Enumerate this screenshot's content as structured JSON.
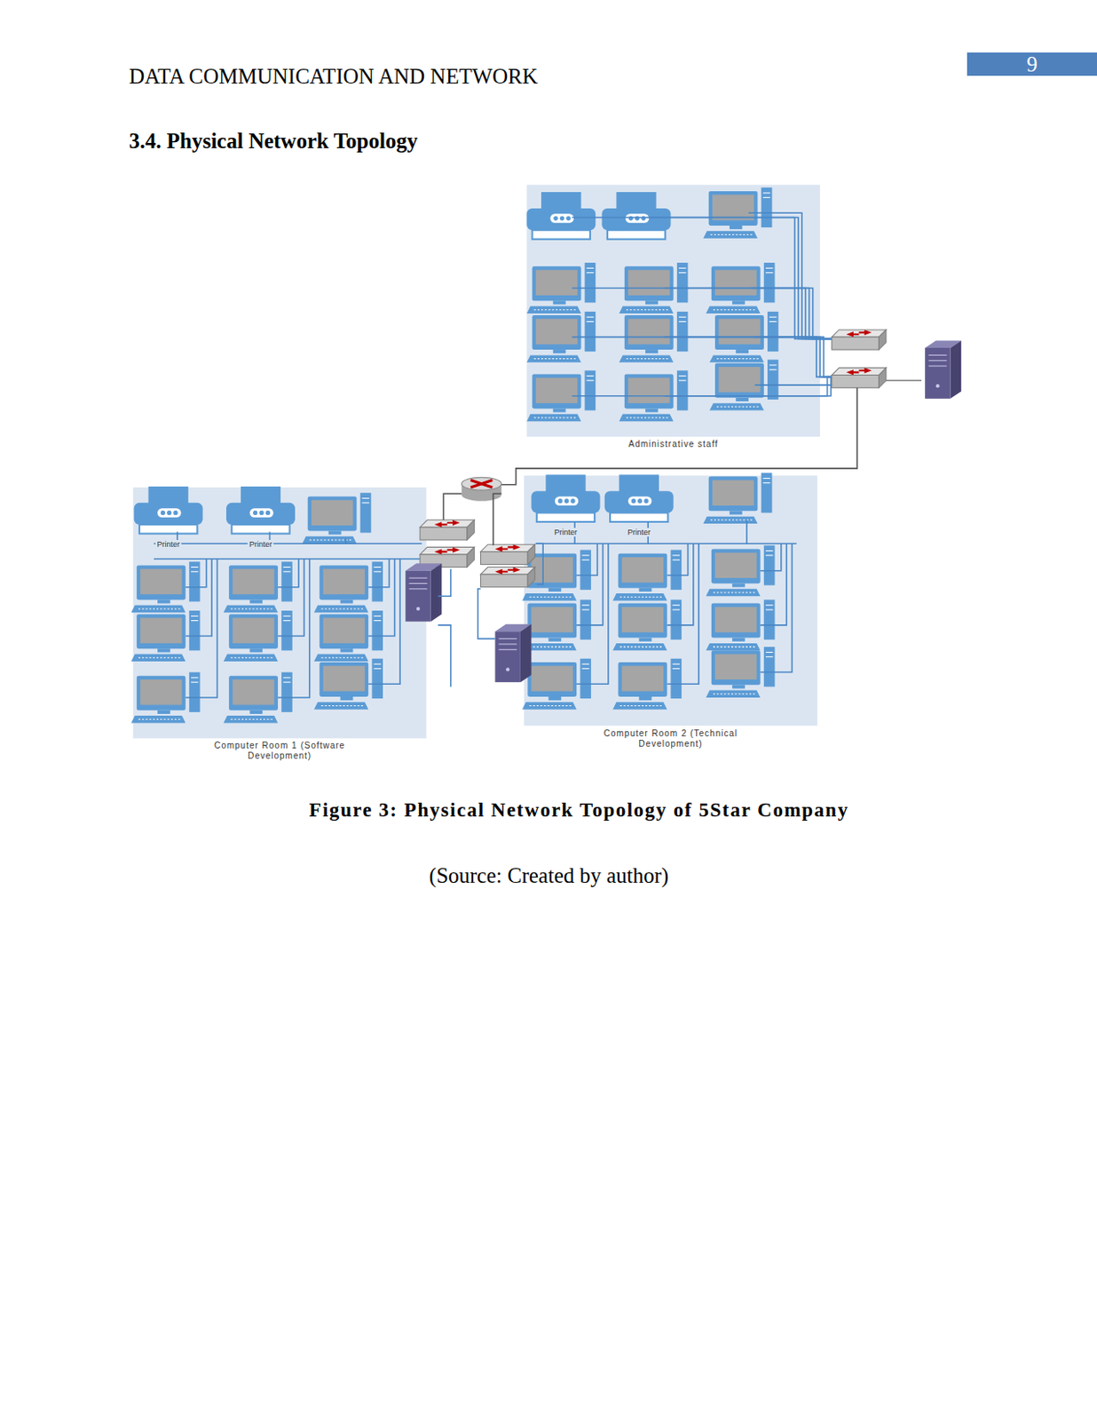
{
  "diagram": {
    "title": "3.4. Physical Network Topology",
    "caption": "Figure 3: Physical Network Topology of 5Star Company",
    "nodes": [
      {
        "text": [
          "Administrative staff"
        ]
      },
      {
        "text": [
          "Computer Room 1 (Software Development)"
        ]
      },
      {
        "text": [
          "Computer Room 2 (Technical Development)"
        ]
      }
    ],
    "labels": [
      "DATA COMMUNICATION AND NETWORK",
      "9",
      "Printer",
      "Printer",
      "Printer",
      "Printer",
      "(Source: Created by author)"
    ]
  }
}
